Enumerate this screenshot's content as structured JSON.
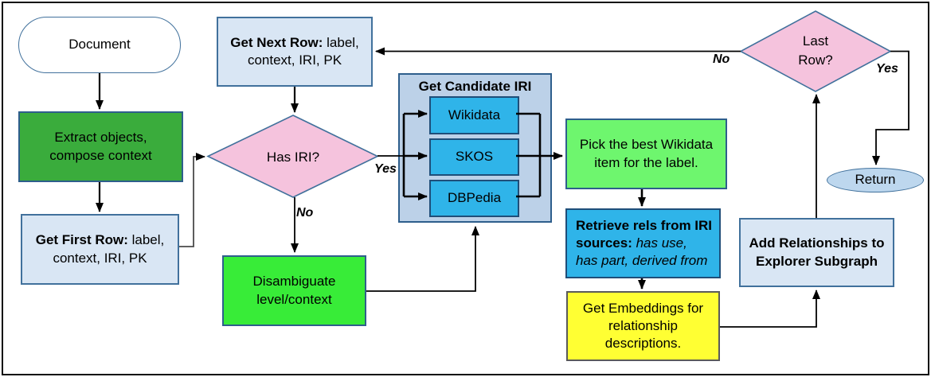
{
  "nodes": {
    "document": {
      "label": "Document"
    },
    "extract": {
      "lines": [
        "Extract objects,",
        "compose context"
      ]
    },
    "get_first_row": {
      "bold": "Get First Row:",
      "after_bold": " label,",
      "line2": "context, IRI, PK"
    },
    "get_next_row": {
      "bold": "Get Next Row:",
      "after_bold": " label,",
      "line2": "context, IRI, PK"
    },
    "has_iri": {
      "label": "Has IRI?"
    },
    "candidate_iri": {
      "title": "Get Candidate IRI",
      "sources": [
        "Wikidata",
        "SKOS",
        "DBPedia"
      ]
    },
    "pick_best": {
      "lines": [
        "Pick the best Wikidata",
        "item for the label."
      ]
    },
    "retrieve_rels": {
      "bold1": "Retrieve rels from IRI",
      "bold2": "sources:",
      "italic2": " has use,",
      "italic3": "has part, derived from"
    },
    "get_embeddings": {
      "lines": [
        "Get Embeddings for",
        "relationship",
        "descriptions."
      ]
    },
    "add_relationships": {
      "lines": [
        "Add Relationships to",
        "Explorer Subgraph"
      ]
    },
    "disambiguate": {
      "lines": [
        "Disambiguate",
        "level/context"
      ]
    },
    "last_row": {
      "lines": [
        "Last",
        "Row?"
      ]
    },
    "return": {
      "label": "Return"
    }
  },
  "edge_labels": {
    "has_iri_yes": "Yes",
    "has_iri_no": "No",
    "last_row_no": "No",
    "last_row_yes": "Yes"
  },
  "colors": {
    "light_blue_box": "#D9E6F4",
    "container_blue": "#BCD1E8",
    "cyan": "#2FB4E9",
    "dark_green": "#3AAC3C",
    "bright_green": "#38EC38",
    "light_green": "#6EF66E",
    "yellow": "#FFFF33",
    "pink": "#F5C3DD",
    "oval_blue": "#BDD7EE",
    "border_blue": "#41719C",
    "border_navy": "#1F4E79"
  }
}
